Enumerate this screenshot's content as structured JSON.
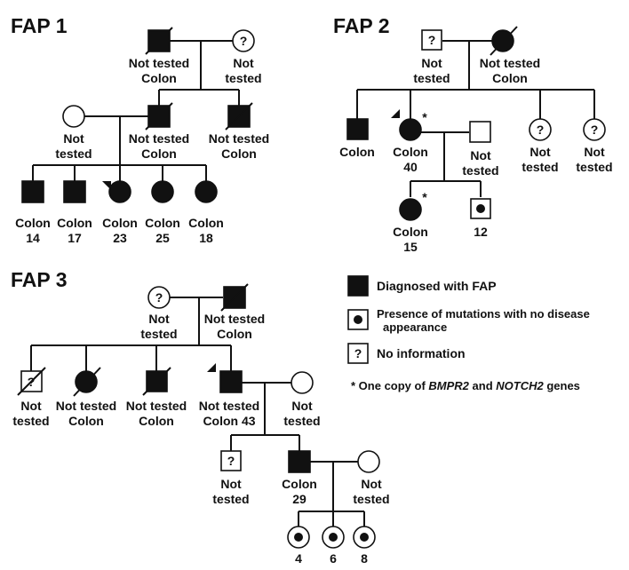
{
  "titles": {
    "fap1": "FAP 1",
    "fap2": "FAP 2",
    "fap3": "FAP 3"
  },
  "fap1": {
    "gf": [
      "Not tested",
      "Colon"
    ],
    "gm": [
      "Not",
      "tested"
    ],
    "mother": [
      "Not",
      "tested"
    ],
    "father": [
      "Not tested",
      "Colon"
    ],
    "uncle": [
      "Not tested",
      "Colon"
    ],
    "c1": [
      "Colon",
      "14"
    ],
    "c2": [
      "Colon",
      "17"
    ],
    "c3": [
      "Colon",
      "23"
    ],
    "c4": [
      "Colon",
      "25"
    ],
    "c5": [
      "Colon",
      "18"
    ]
  },
  "fap2": {
    "gf": [
      "Not",
      "tested"
    ],
    "gm": [
      "Not tested",
      "Colon"
    ],
    "son": [
      "Colon"
    ],
    "proband": [
      "Colon",
      "40"
    ],
    "husband": [
      "Not",
      "tested"
    ],
    "d2": [
      "Not",
      "tested"
    ],
    "d3": [
      "Not",
      "tested"
    ],
    "gd": [
      "Colon",
      "15"
    ],
    "gs": [
      "12"
    ]
  },
  "fap3": {
    "gm": [
      "Not",
      "tested"
    ],
    "gf": [
      "Not tested",
      "Colon"
    ],
    "s1": [
      "Not",
      "tested"
    ],
    "s2": [
      "Not tested",
      "Colon"
    ],
    "s3": [
      "Not tested",
      "Colon"
    ],
    "s4": [
      "Not tested",
      "Colon 43"
    ],
    "wife": [
      "Not",
      "tested"
    ],
    "g1": [
      "Not",
      "tested"
    ],
    "g2": [
      "Colon",
      "29"
    ],
    "g2wife": [
      "Not",
      "tested"
    ],
    "gg1": [
      "4"
    ],
    "gg2": [
      "6"
    ],
    "gg3": [
      "8"
    ]
  },
  "marks": {
    "question": "?",
    "star": "*"
  },
  "legend": {
    "diagnosed": "Diagnosed with FAP",
    "presence": [
      "Presence of mutations with no disease",
      "appearance"
    ],
    "noinfo": "No information",
    "note_prefix": "* One copy of ",
    "gene1": "BMPR2",
    "note_mid": " and ",
    "gene2": "NOTCH2",
    "note_suffix": " genes"
  }
}
